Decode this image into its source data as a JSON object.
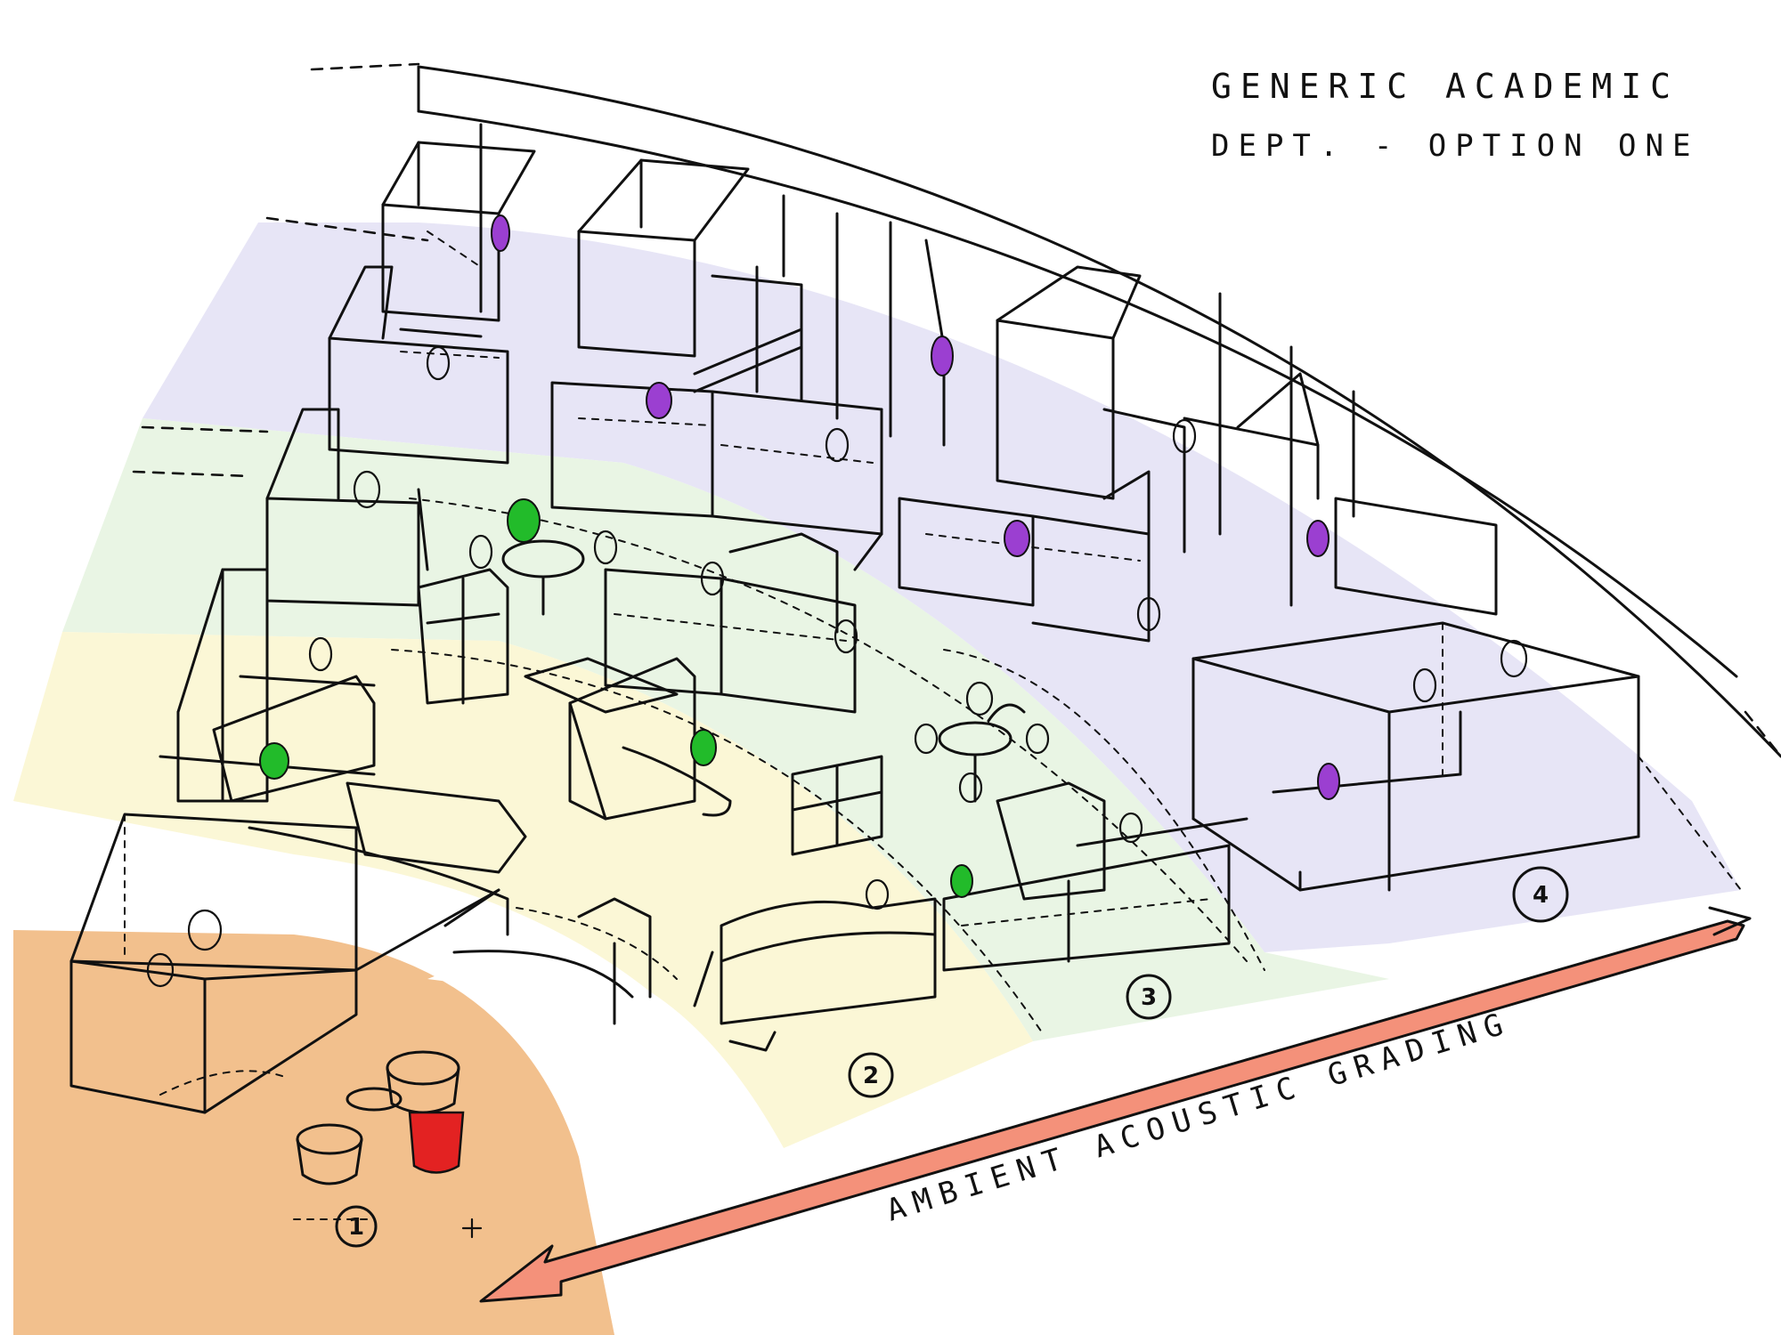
{
  "title": {
    "line1": "GENERIC ACADEMIC",
    "line2": "DEPT. - OPTION ONE"
  },
  "arrow_label": "AMBIENT ACOUSTIC GRADING",
  "zones": [
    {
      "label": "1",
      "color": "#f2c08d"
    },
    {
      "label": "2",
      "color": "#fbf7d6"
    },
    {
      "label": "3",
      "color": "#e9f5e4"
    },
    {
      "label": "4",
      "color": "#e7e5f6"
    }
  ],
  "colors": {
    "chair_focus": "#9b3fd1",
    "chair_collab": "#22bb2a",
    "chair_social": "#e32222",
    "arrow": "#f4917a",
    "wall_fill": "#eceaf7"
  }
}
